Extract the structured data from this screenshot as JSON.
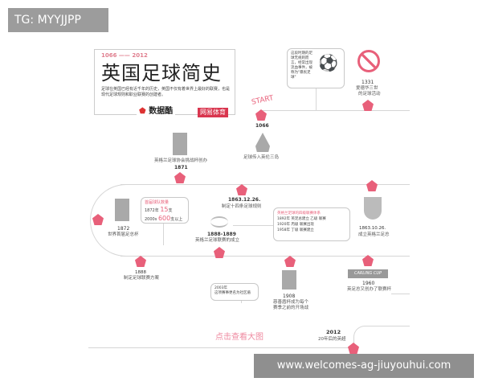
{
  "tag_label": "TG: MYYJJPP",
  "watermark": "www.welcomes-ag-jiuyouhui.com",
  "title_card": {
    "years": "1066 —— 2012",
    "title": "英国足球简史",
    "desc": "足球在英国已经有近千年的历史，英国不仅有着世界上最好的联赛，也是现代足球规则和职业联赛的创建者。",
    "logo1": "数据酷",
    "logo2": "网易体育"
  },
  "start_label": "START",
  "colors": {
    "accent": "#e8607a",
    "line": "#d6d6d6"
  },
  "events": {
    "e1066": {
      "year": "1066",
      "text": "足球传入英伦三岛"
    },
    "mob": {
      "text": "这段时期的足球无规则而言，经常出现流血事件，被称为\"暴民足球\""
    },
    "e1331": {
      "year": "1331",
      "text1": "爱德华三世",
      "text2": "的足球活动"
    },
    "e1871": {
      "year": "1871",
      "text": "英格兰足球协会挑战杯创办"
    },
    "e1863a": {
      "year": "1863.12.26.",
      "text": "制定十四条足球规则"
    },
    "e1872": {
      "year": "1872",
      "text": "世界首届足总杯"
    },
    "fa_box": {
      "title": "首届球队数量",
      "r1_year": "1872年",
      "r1_num": "15",
      "r1_unit": "支",
      "r2_year": "2000s",
      "r2_num": "600",
      "r2_unit": "支以上"
    },
    "e1888_89": {
      "year": "1888-1889",
      "text": "英格兰足球联赛的成立"
    },
    "league_box": {
      "title": "英格兰足球的四级联赛体系",
      "r1": "1892年  英足总建立 乙级 联赛",
      "r2": "1920年  丙级 联赛出现",
      "r3": "1958年  丁级 联赛建立"
    },
    "e1863b": {
      "year": "1863.10.26.",
      "text": "成立英格兰足总"
    },
    "e1888": {
      "year": "1888",
      "text": "制定足球联赛方案"
    },
    "e1908": {
      "year": "1908",
      "text1": "慈善盾杯成为每个",
      "text2": "赛季之前的开场战"
    },
    "e2003": {
      "title": "2003年",
      "text": "这项赛事更名为社区盾"
    },
    "e1960": {
      "year": "1960",
      "text": "英足总又创办了联赛杯",
      "badge": "CARLING CUP"
    },
    "e2012": {
      "year": "2012",
      "text": "20年后的英超"
    }
  },
  "click_label": "点击查看大图"
}
